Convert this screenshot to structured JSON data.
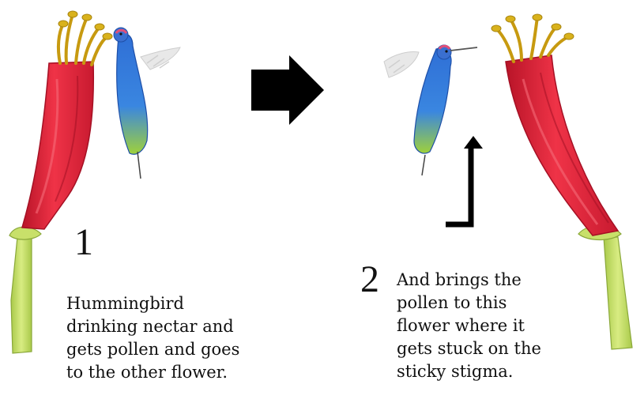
{
  "step1": {
    "number": "1",
    "caption_lines": [
      "Hummingbird",
      "drinking nectar and",
      "gets pollen and goes",
      "to the other flower."
    ]
  },
  "step2": {
    "number": "2",
    "caption_lines": [
      "And brings the",
      "pollen to this",
      "flower where it",
      "gets stuck on the",
      "sticky stigma."
    ]
  },
  "colors": {
    "flower_tube": "#e8283c",
    "flower_tube_dark": "#b81428",
    "anthers": "#d9b21c",
    "stem": "#c8e06a",
    "bird_back": "#2f6fd6",
    "bird_belly": "#b9dd3a",
    "bird_head": "#e0507a",
    "arrow": "#000000"
  }
}
